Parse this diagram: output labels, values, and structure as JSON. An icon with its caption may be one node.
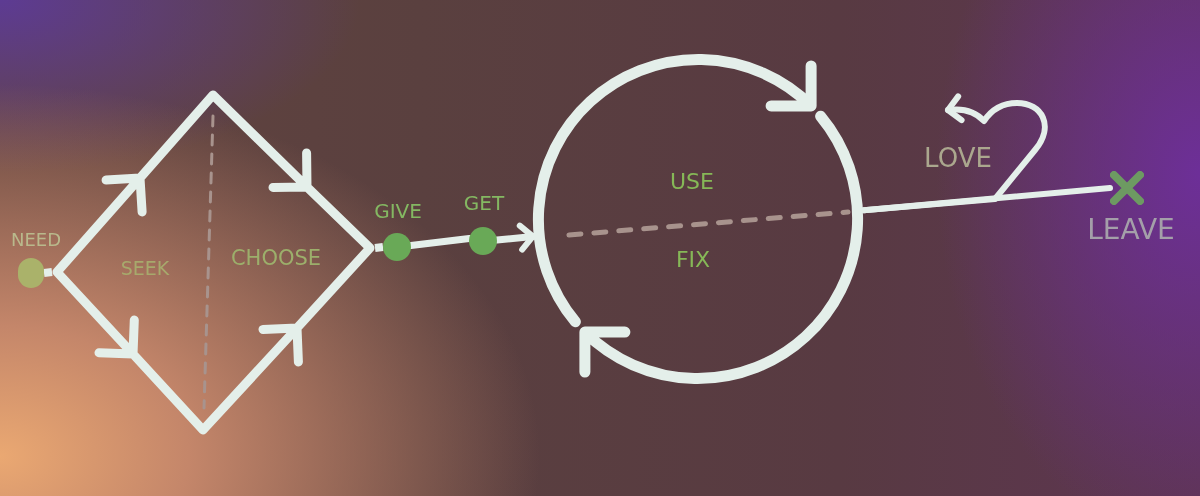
{
  "diagram": {
    "nodes": [
      {
        "text": [],
        "shape": "circle"
      },
      {
        "text": [
          "SEEK",
          "CHOOSE"
        ]
      },
      {
        "text": [],
        "shape": "circle"
      },
      {
        "text": [],
        "shape": "circle",
        "beside": [
          "GET"
        ]
      },
      {
        "text": [
          "USE",
          "FIX"
        ]
      },
      {
        "text": [],
        "shape": "cross",
        "beside": [
          "LEAVE"
        ]
      }
    ],
    "edges": [
      {
        "from": 0,
        "to": 1,
        "arrow": "none"
      },
      {
        "from": 1,
        "to": 2,
        "arrow": "none"
      },
      {
        "from": 2,
        "to": 3,
        "arrow": "none"
      },
      {
        "from": 3,
        "to": 4,
        "arrow": "to"
      },
      {
        "from": 4,
        "to": 5,
        "arrow": "none"
      },
      {
        "from": 4,
        "to": null,
        "arrow": "to",
        "label": "LOVE"
      }
    ],
    "labels": [
      "NEED",
      "GIVE"
    ]
  }
}
